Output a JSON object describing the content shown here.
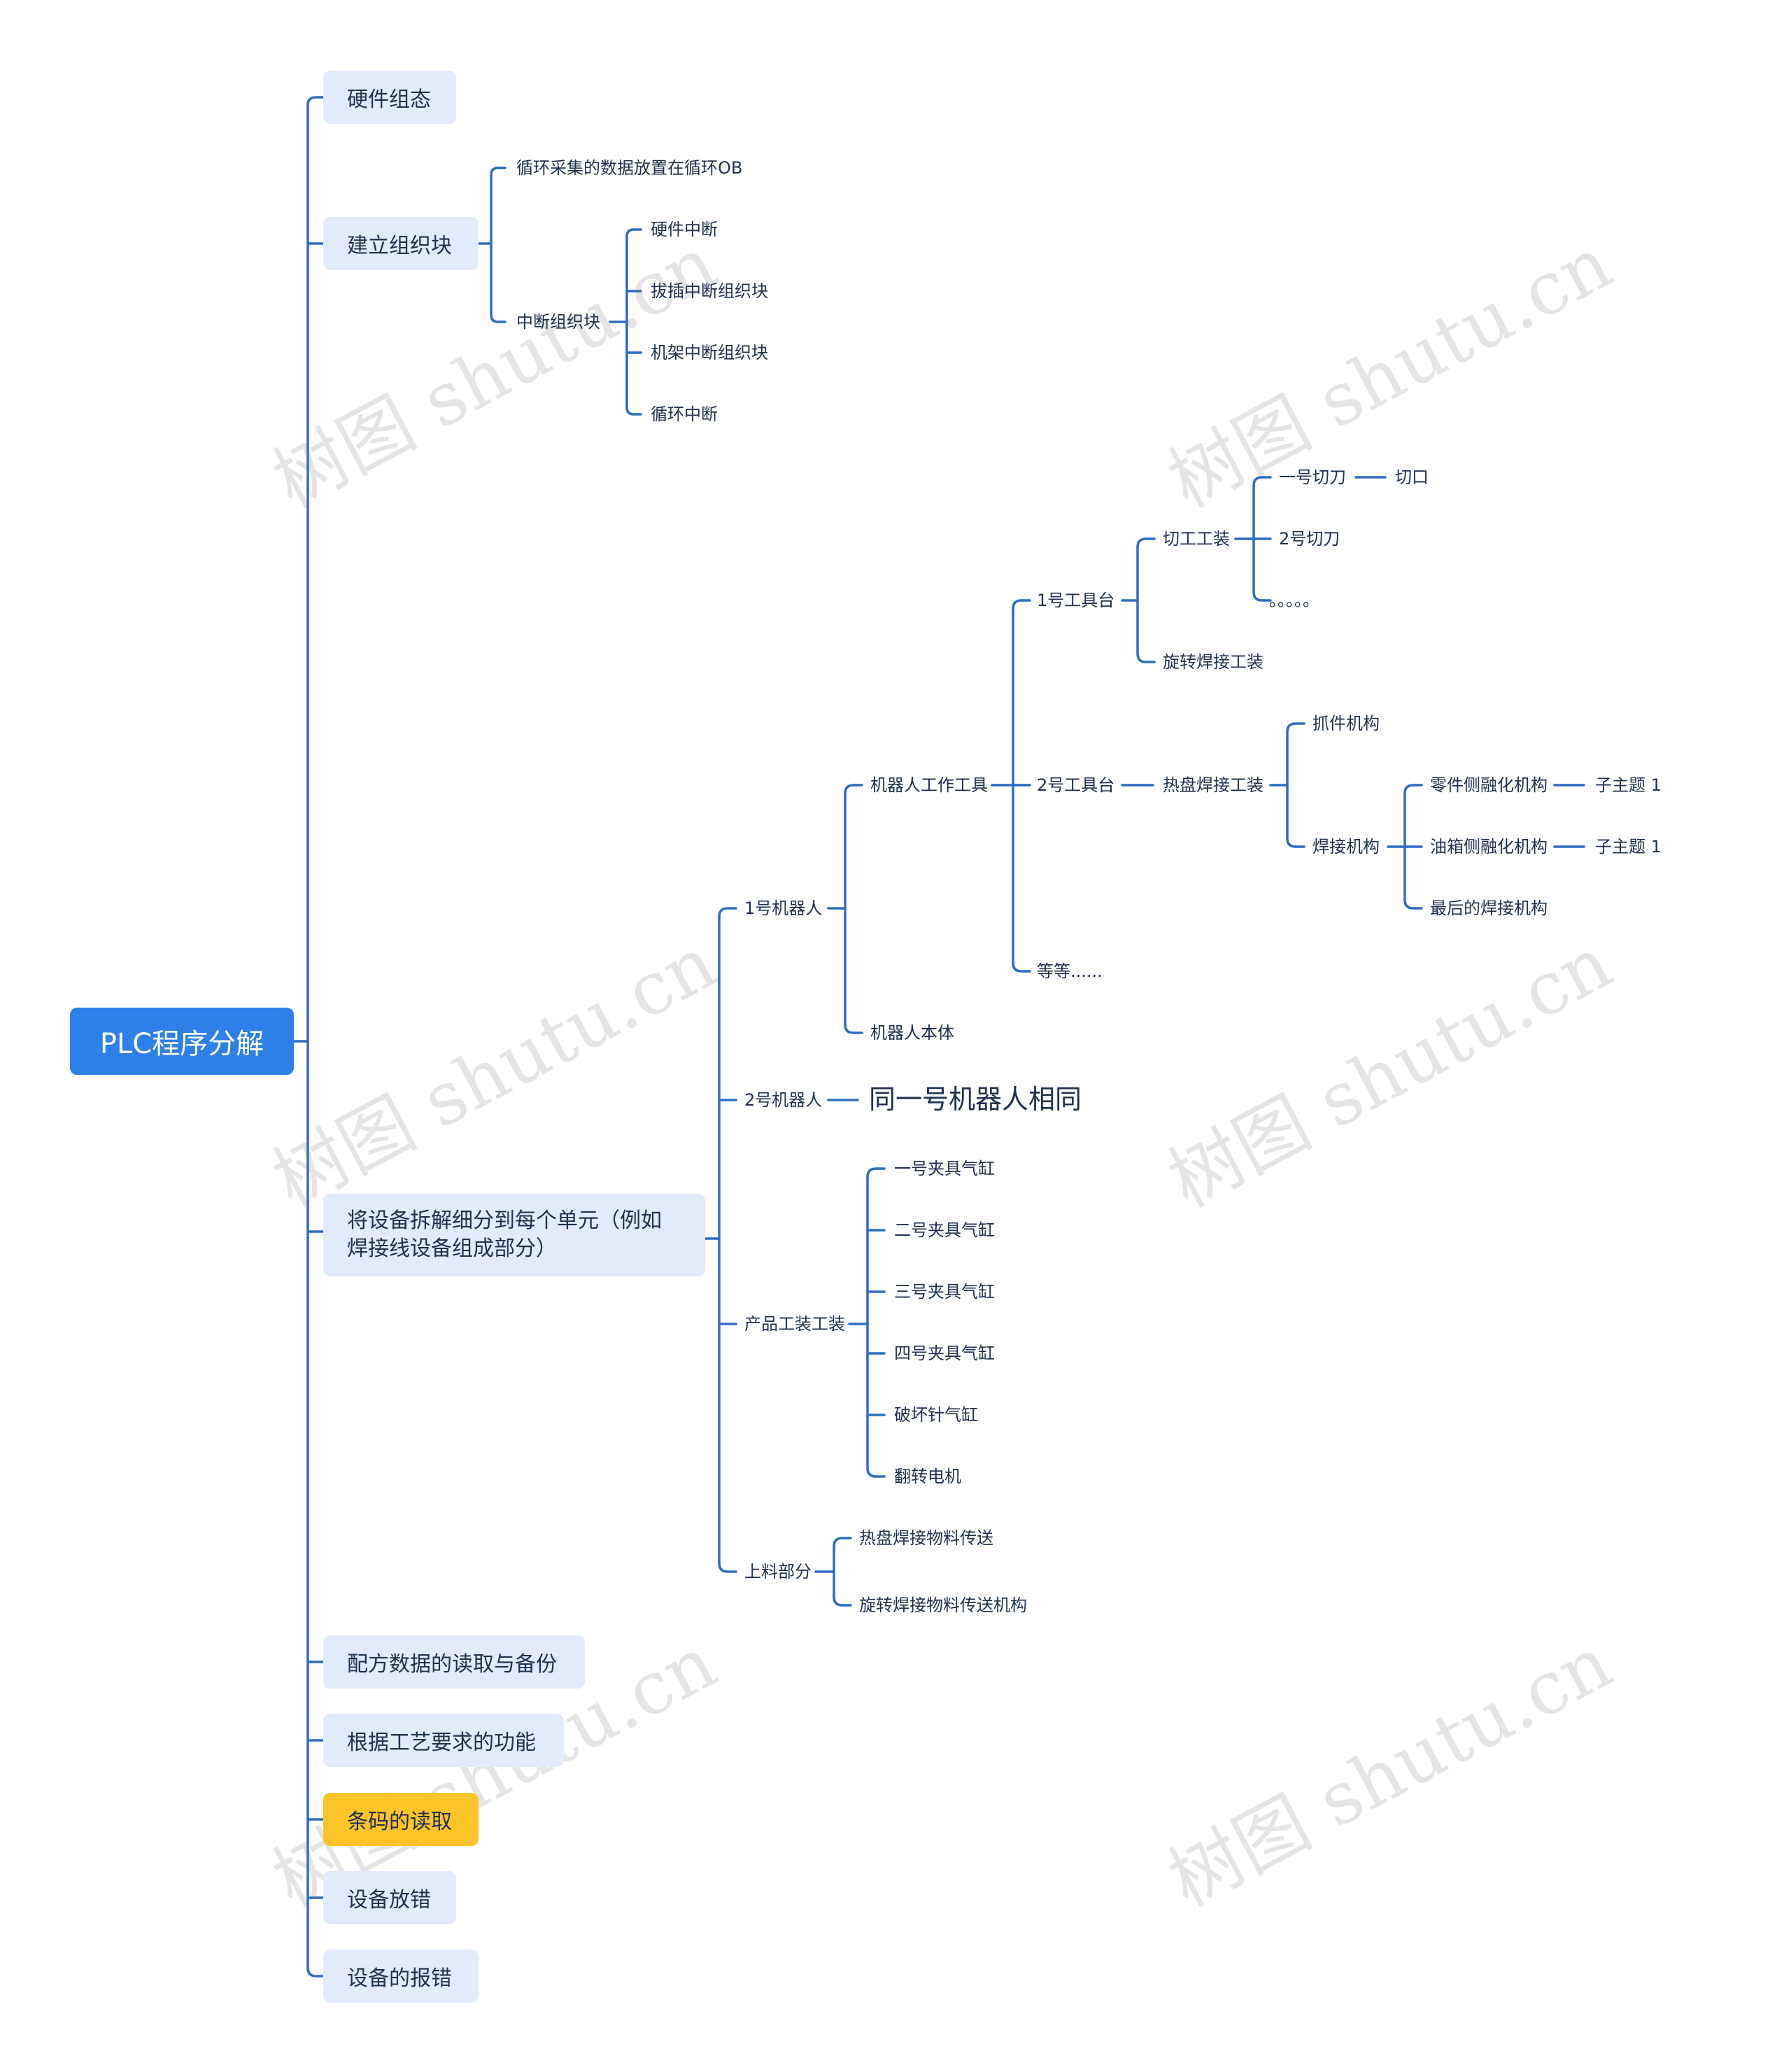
{
  "watermark": "树图 shutu.cn",
  "root": "PLC程序分解",
  "main": {
    "hardware": "硬件组态",
    "org_blocks": "建立组织块",
    "split_line1": "将设备拆解细分到每个单元（例如",
    "split_line2": "焊接线设备组成部分）",
    "recipe": "配方数据的读取与备份",
    "process": "根据工艺要求的功能",
    "barcode": "条码的读取",
    "anti_error": "设备放错",
    "alarm": "设备的报错"
  },
  "ob": {
    "cyclic_data": "循环采集的数据放置在循环OB",
    "interrupt": "中断组织块",
    "hw_interrupt": "硬件中断",
    "plug_interrupt": "拔插中断组织块",
    "rack_interrupt": "机架中断组织块",
    "cyclic_interrupt": "循环中断"
  },
  "units": {
    "robot1": "1号机器人",
    "robot2": "2号机器人",
    "robot2_note": "同一号机器人相同",
    "fixture": "产品工装工装",
    "feeding": "上料部分"
  },
  "robot1": {
    "tools": "机器人工作工具",
    "body": "机器人本体",
    "station1": "1号工具台",
    "station2": "2号工具台",
    "etc": "等等......",
    "cutting_fixture": "切工工装",
    "rotary_weld_fixture": "旋转焊接工装",
    "knife1": "一号切刀",
    "knife2": "2号切刀",
    "dots": "。。。。。",
    "cut": "切口",
    "hot_plate_fixture": "热盘焊接工装",
    "gripper": "抓件机构",
    "weld_mech": "焊接机构",
    "part_melt": "零件侧融化机构",
    "tank_melt": "油箱侧融化机构",
    "final_weld": "最后的焊接机构",
    "subtopic1": "子主题 1",
    "subtopic2": "子主题 1"
  },
  "fixture": {
    "c1": "一号夹具气缸",
    "c2": "二号夹具气缸",
    "c3": "三号夹具气缸",
    "c4": "四号夹具气缸",
    "breaker": "破坏针气缸",
    "flip_motor": "翻转电机"
  },
  "feeding": {
    "hot_plate_convey": "热盘焊接物料传送",
    "rotary_convey": "旋转焊接物料传送机构"
  },
  "colors": {
    "line": "#2e6cc2",
    "root_bg": "#2e7fe8",
    "main_bg": "#e3eafb",
    "highlight_bg": "#fcc429",
    "text": "#1f2f4f"
  }
}
